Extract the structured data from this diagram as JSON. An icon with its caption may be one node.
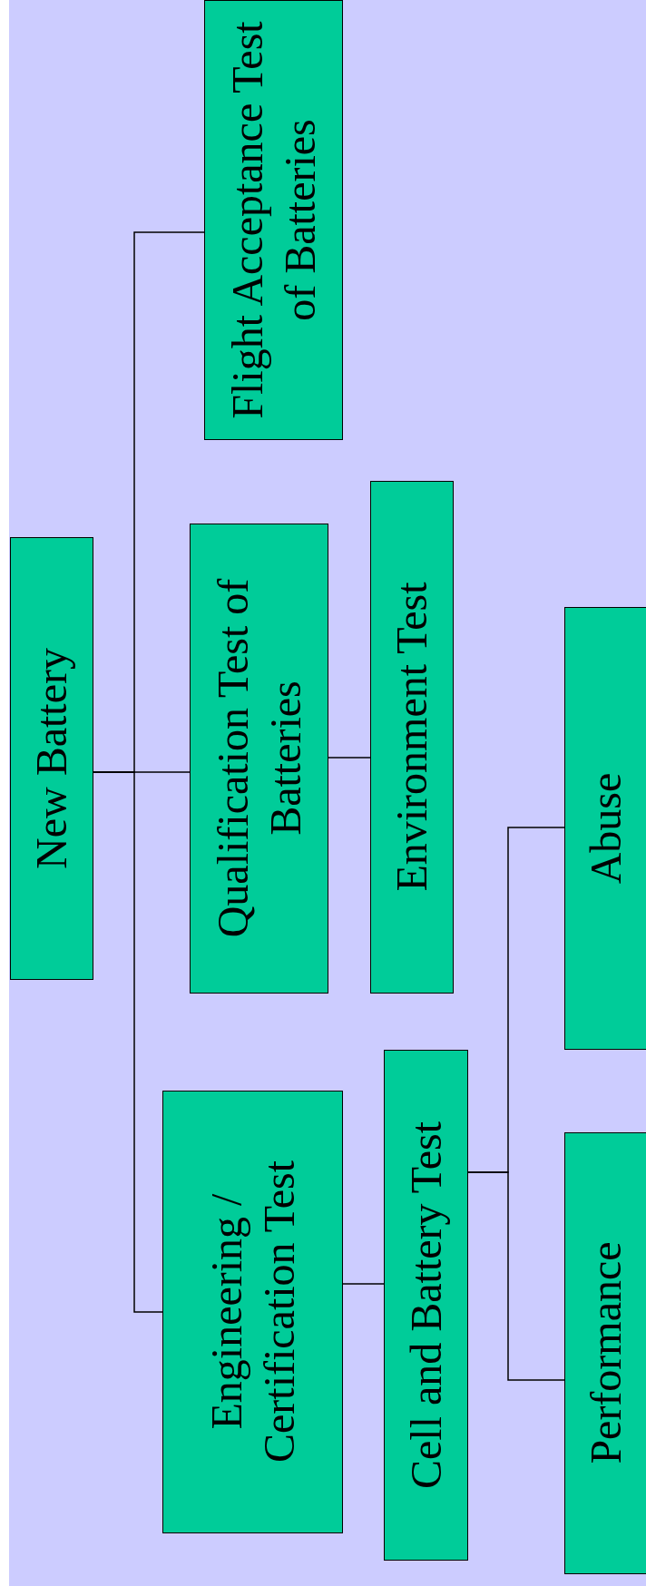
{
  "diagram": {
    "nodes": [
      {
        "text": [
          "New Battery"
        ]
      },
      {
        "text": [
          "Flight Acceptance Test of Batteries"
        ]
      },
      {
        "text": [
          "Qualification Test of Batteries"
        ]
      },
      {
        "text": [
          "Environment Test"
        ]
      },
      {
        "text": [
          "Engineering / Certification Test"
        ]
      },
      {
        "text": [
          "Cell and Battery Test"
        ]
      },
      {
        "text": [
          "Abuse"
        ]
      },
      {
        "text": [
          "Performance"
        ]
      }
    ],
    "edges": [
      {
        "from": 0,
        "to": 1,
        "arrow": "none"
      },
      {
        "from": 0,
        "to": 2,
        "arrow": "none"
      },
      {
        "from": 0,
        "to": 4,
        "arrow": "none"
      },
      {
        "from": 2,
        "to": 3,
        "arrow": "none"
      },
      {
        "from": 4,
        "to": 5,
        "arrow": "none"
      },
      {
        "from": 5,
        "to": 6,
        "arrow": "none"
      },
      {
        "from": 5,
        "to": 7,
        "arrow": "none"
      }
    ]
  }
}
